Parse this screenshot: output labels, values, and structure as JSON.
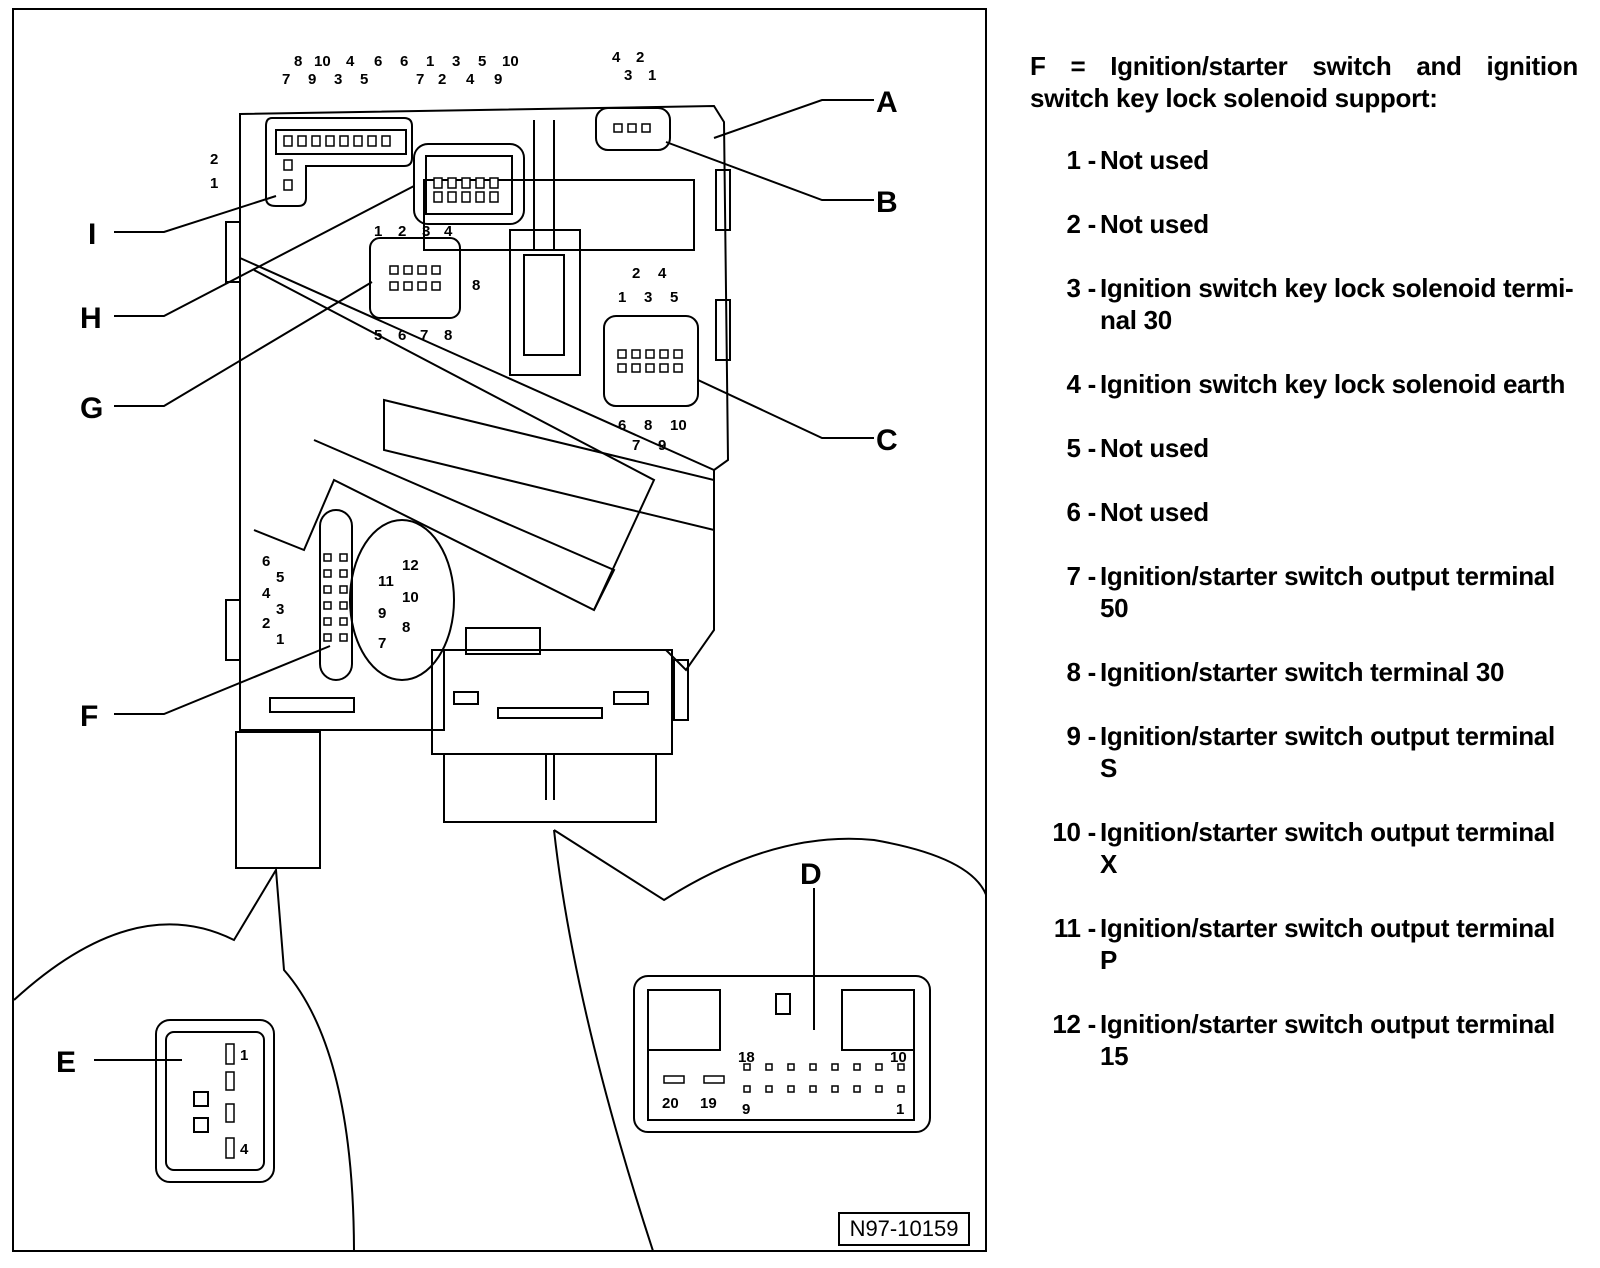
{
  "diagram": {
    "callouts": {
      "A": "A",
      "B": "B",
      "C": "C",
      "D": "D",
      "E": "E",
      "F": "F",
      "G": "G",
      "H": "H",
      "I": "I"
    },
    "connector_I_pins": [
      "8",
      "10",
      "4",
      "6",
      "7",
      "9",
      "3",
      "5",
      "2",
      "1"
    ],
    "connector_H_pins": [
      "6",
      "1",
      "3",
      "5",
      "10",
      "7",
      "2",
      "4",
      "9",
      "8"
    ],
    "connector_G_pins": [
      "1",
      "2",
      "3",
      "4",
      "5",
      "6",
      "7",
      "8"
    ],
    "connector_B_pins": [
      "4",
      "2",
      "3",
      "1"
    ],
    "connector_C_pins": [
      "2",
      "4",
      "1",
      "3",
      "5",
      "6",
      "8",
      "10",
      "7",
      "9"
    ],
    "connector_F_pins": [
      "6",
      "5",
      "4",
      "3",
      "2",
      "1",
      "12",
      "11",
      "10",
      "9",
      "8",
      "7"
    ],
    "connector_D_pins": [
      "18",
      "10",
      "20",
      "19",
      "9",
      "1"
    ],
    "connector_E_pins": [
      "1",
      "4"
    ],
    "reference": "N97-10159"
  },
  "legend": {
    "heading_words": [
      "F",
      "=",
      "Ignition/starter",
      "switch",
      "and",
      "ignition"
    ],
    "heading_line2": "switch key lock solenoid support:",
    "items": [
      {
        "num": "1 -",
        "text": "Not used"
      },
      {
        "num": "2 -",
        "text": "Not used"
      },
      {
        "num": "3 -",
        "text": "Ignition switch key lock solenoid termi-nal 30"
      },
      {
        "num": "4 -",
        "text": "Ignition switch key lock solenoid earth"
      },
      {
        "num": "5 -",
        "text": "Not used"
      },
      {
        "num": "6 -",
        "text": "Not used"
      },
      {
        "num": "7 -",
        "text": "Ignition/starter switch output terminal 50"
      },
      {
        "num": "8 -",
        "text": "Ignition/starter switch terminal 30"
      },
      {
        "num": "9 -",
        "text": "Ignition/starter switch output terminal S"
      },
      {
        "num": "10 -",
        "text": "Ignition/starter switch output terminal X"
      },
      {
        "num": "11 -",
        "text": "Ignition/starter switch output terminal P"
      },
      {
        "num": "12 -",
        "text": "Ignition/starter switch output terminal 15"
      }
    ]
  }
}
